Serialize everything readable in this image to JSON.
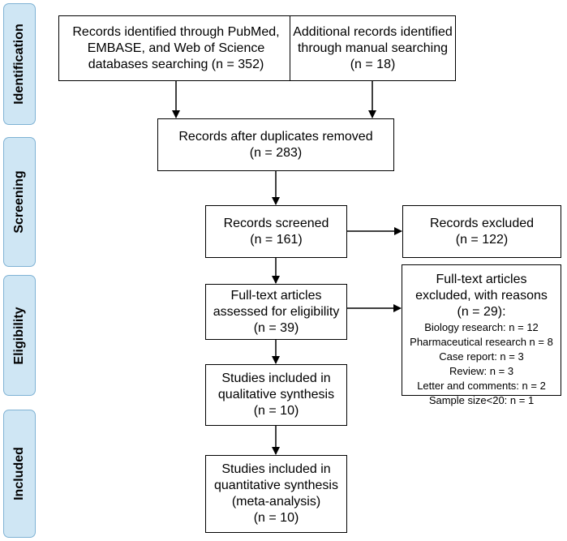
{
  "phases": [
    {
      "key": "identification",
      "label": "Identification"
    },
    {
      "key": "screening",
      "label": "Screening"
    },
    {
      "key": "eligibility",
      "label": "Eligibility"
    },
    {
      "key": "included",
      "label": "Included"
    }
  ],
  "boxes": {
    "identified_databases": [
      "Records identified through PubMed,",
      "EMBASE, and Web of Science",
      "databases searching (n = 352)"
    ],
    "identified_manual": [
      "Additional records identified",
      "through manual searching",
      "(n = 18)"
    ],
    "after_duplicates": [
      "Records after duplicates removed",
      "(n = 283)"
    ],
    "screened": [
      "Records screened",
      "(n = 161)"
    ],
    "excluded": [
      "Records excluded",
      "(n = 122)"
    ],
    "fulltext_assessed": [
      "Full-text articles",
      "assessed for eligibility",
      "(n = 39)"
    ],
    "fulltext_excluded": {
      "heading": [
        "Full-text articles",
        "excluded, with reasons",
        "(n = 29):"
      ],
      "reasons": [
        "Biology research: n = 12",
        "Pharmaceutical research n = 8",
        "Case report: n = 3",
        "Review: n = 3",
        "Letter and comments: n = 2",
        "Sample size<20: n = 1"
      ]
    },
    "qualitative": [
      "Studies included in",
      "qualitative synthesis",
      "(n = 10)"
    ],
    "quantitative": [
      "Studies included in",
      "quantitative synthesis",
      "(meta-analysis)",
      "(n = 10)"
    ]
  },
  "colors": {
    "phase_fill": "#cfe6f4",
    "phase_border": "#7fb2d4",
    "line": "#000000"
  }
}
